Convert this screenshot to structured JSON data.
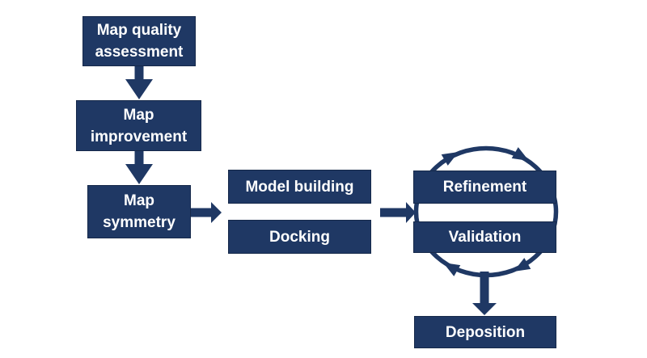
{
  "colors": {
    "shape_fill": "#1F3864",
    "shape_border": "#16294A",
    "text": "#FFFFFF",
    "background": "#FFFFFF"
  },
  "nodes": {
    "map_quality_assessment": {
      "line1": "Map quality",
      "line2": "assessment"
    },
    "map_improvement": {
      "line1": "Map",
      "line2": "improvement"
    },
    "map_symmetry": {
      "line1": "Map",
      "line2": "symmetry"
    },
    "model_building": {
      "label": "Model building"
    },
    "docking": {
      "label": "Docking"
    },
    "refinement": {
      "label": "Refinement"
    },
    "validation": {
      "label": "Validation"
    },
    "deposition": {
      "label": "Deposition"
    }
  },
  "edges": [
    {
      "from": "map_quality_assessment",
      "to": "map_improvement",
      "icon": "down-arrow-icon"
    },
    {
      "from": "map_improvement",
      "to": "map_symmetry",
      "icon": "down-arrow-icon"
    },
    {
      "from": "map_symmetry",
      "to": "model_building_and_docking",
      "icon": "right-arrow-icon"
    },
    {
      "from": "model_building_and_docking",
      "to": "refinement_and_validation",
      "icon": "right-arrow-icon"
    },
    {
      "from": "refinement",
      "to": "validation",
      "icon": "clockwise-cycle-icon",
      "direction": "clockwise"
    },
    {
      "from": "refinement_and_validation",
      "to": "deposition",
      "icon": "down-arrow-icon"
    }
  ]
}
